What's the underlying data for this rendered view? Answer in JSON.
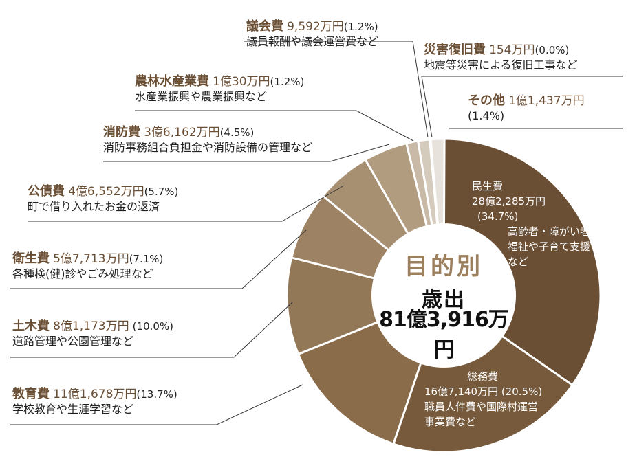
{
  "chart_data": {
    "type": "pie",
    "title": "目的別 歳出",
    "total": "81億3,916万円",
    "slices": [
      {
        "name": "民生費",
        "amount": "28億2,285万円",
        "percent_label": "(34.7%)",
        "value": 34.7,
        "desc": "高齢者・障がい者福祉や子育て支援など",
        "color": "#6b4f35"
      },
      {
        "name": "総務費",
        "amount": "16億7,140万円",
        "percent_label": "(20.5%)",
        "value": 20.5,
        "desc": "職員人件費や国際村運営事業費など",
        "color": "#765a3b"
      },
      {
        "name": "教育費",
        "amount": "11億1,678万円",
        "percent_label": "(13.7%)",
        "value": 13.7,
        "desc": "学校教育や生涯学習など",
        "color": "#8a6c4b"
      },
      {
        "name": "土木費",
        "amount": "8億1,173万円",
        "percent_label": "(10.0%)",
        "value": 10.0,
        "desc": "道路管理や公園管理など",
        "color": "#937858"
      },
      {
        "name": "衛生費",
        "amount": "5億7,713万円",
        "percent_label": "(7.1%)",
        "value": 7.1,
        "desc": "各種検(健)診やごみ処理など",
        "color": "#9d8364"
      },
      {
        "name": "公債費",
        "amount": "4億6,552万円",
        "percent_label": "(5.7%)",
        "value": 5.7,
        "desc": "町で借り入れたお金の返済",
        "color": "#a78f72"
      },
      {
        "name": "消防費",
        "amount": "3億6,162万円",
        "percent_label": "(4.5%)",
        "value": 4.5,
        "desc": "消防事務組合負担金や消防設備の管理など",
        "color": "#b29c80"
      },
      {
        "name": "農林水産業費",
        "amount": "1億30万円",
        "percent_label": "(1.2%)",
        "value": 1.2,
        "desc": "水産業振興や農業振興など",
        "color": "#c8baa6"
      },
      {
        "name": "議会費",
        "amount": "9,592万円",
        "percent_label": "(1.2%)",
        "value": 1.2,
        "desc": "議員報酬や議会運営費など",
        "color": "#d5cbbd"
      },
      {
        "name": "災害復旧費",
        "amount": "154万円",
        "percent_label": "(0.0%)",
        "value": 0.02,
        "desc": "地震等災害による復旧工事など",
        "color": "#ddd5ca"
      },
      {
        "name": "その他",
        "amount": "1億1,437万円",
        "percent_label": "(1.4%)",
        "value": 1.4,
        "desc": "",
        "color": "#e7e2db"
      }
    ]
  }
}
